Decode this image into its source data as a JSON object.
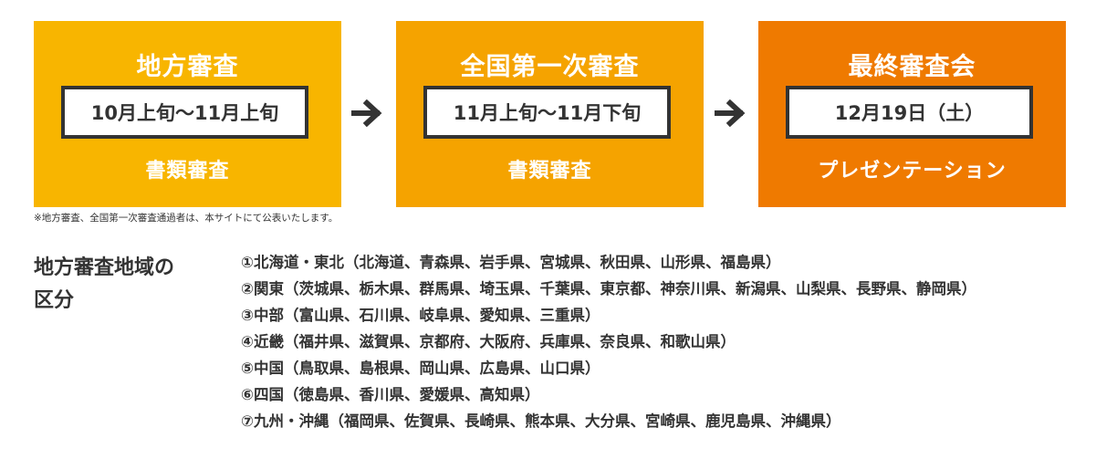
{
  "stages": [
    {
      "title": "地方審査",
      "date": "10月上旬〜11月上旬",
      "subtitle": "書類審査",
      "color": "#f8b500"
    },
    {
      "title": "全国第一次審査",
      "date": "11月上旬〜11月下旬",
      "subtitle": "書類審査",
      "color": "#f5a300"
    },
    {
      "title": "最終審査会",
      "date": "12月19日（土）",
      "subtitle": "プレゼンテーション",
      "color": "#ef7a00"
    }
  ],
  "arrow_icon": "arrow-right-icon",
  "note": "※地方審査、全国第一次審査通過者は、本サイトにて公表いたします。",
  "regions": {
    "heading_line1": "地方審査地域の",
    "heading_line2": "区分",
    "items": [
      "①北海道・東北（北海道、青森県、岩手県、宮城県、秋田県、山形県、福島県）",
      "②関東（茨城県、栃木県、群馬県、埼玉県、千葉県、東京都、神奈川県、新潟県、山梨県、長野県、静岡県）",
      "③中部（富山県、石川県、岐阜県、愛知県、三重県）",
      "④近畿（福井県、滋賀県、京都府、大阪府、兵庫県、奈良県、和歌山県）",
      "⑤中国（鳥取県、島根県、岡山県、広島県、山口県）",
      "⑥四国（徳島県、香川県、愛媛県、高知県）",
      "⑦九州・沖縄（福岡県、佐賀県、長崎県、熊本県、大分県、宮崎県、鹿児島県、沖縄県）"
    ]
  }
}
